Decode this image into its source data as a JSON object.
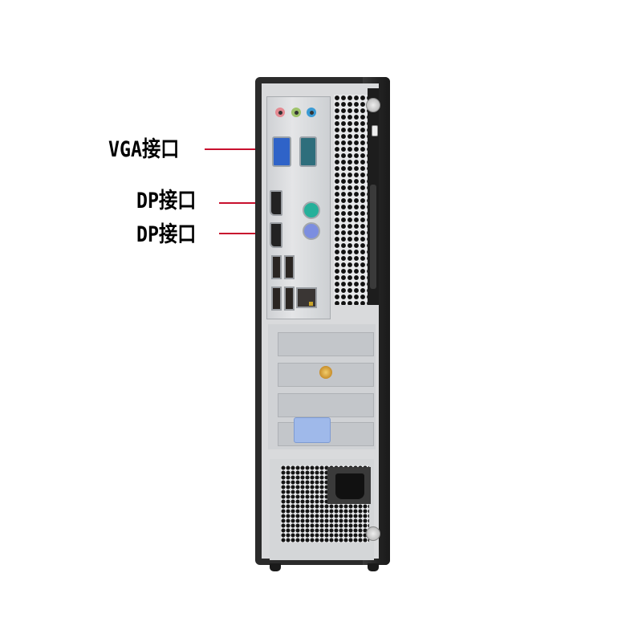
{
  "image": {
    "subject": "Desktop PC rear panel",
    "background_color": "#ffffff"
  },
  "annotations": [
    {
      "label": "VGA接口",
      "target": "vga-port",
      "line_color": "#c8102e"
    },
    {
      "label": "DP接口",
      "target": "displayport-1",
      "line_color": "#c8102e"
    },
    {
      "label": "DP接口",
      "target": "displayport-2",
      "line_color": "#c8102e"
    }
  ],
  "ports": {
    "audio_jacks": [
      {
        "color": "#e48a92",
        "type": "mic"
      },
      {
        "color": "#9fc36b",
        "type": "line-out"
      },
      {
        "color": "#3b9bd4",
        "type": "line-in"
      }
    ],
    "vga_color": "#2f63c8",
    "serial_color": "#2e6e7c",
    "ps2_keyboard_color": "#7c8ee0",
    "ps2_mouse_color": "#26b09a",
    "usb_count": 4,
    "ethernet_count": 1,
    "displayport_count": 2
  },
  "accent": {
    "antenna_connector": "#d7a640",
    "card_clip": "#9fb9ea"
  }
}
